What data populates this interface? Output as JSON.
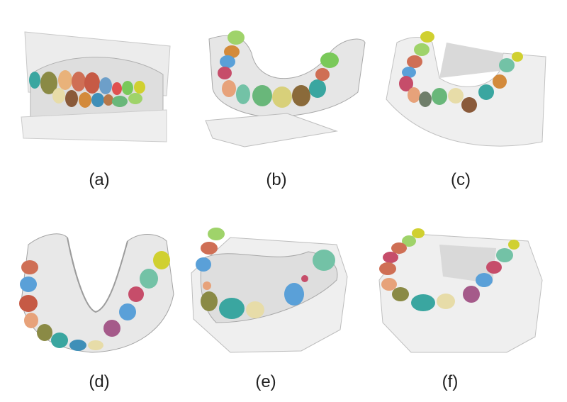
{
  "figure": {
    "panels": [
      {
        "label": "(a)"
      },
      {
        "label": "(b)"
      },
      {
        "label": "(c)"
      },
      {
        "label": "(d)"
      },
      {
        "label": "(e)"
      },
      {
        "label": "(f)"
      }
    ]
  },
  "colors": {
    "gum": "#e9e9e9",
    "gum_shadow": "#bdbdbd",
    "base": "#f2f2f2",
    "base_shadow": "#cfcfcf",
    "teeth": [
      "#3aa6a0",
      "#8a8a45",
      "#e9b27a",
      "#c9a06d",
      "#cf6f55",
      "#6d9fc9",
      "#e05050",
      "#7ac95a",
      "#d0d030",
      "#9fd36a",
      "#5aa0d8",
      "#c64d6a",
      "#8a5a3a",
      "#e7dca8",
      "#69b77a",
      "#b7784a",
      "#3f8fb8",
      "#d38a3b",
      "#73c2a6",
      "#a56bb0"
    ]
  }
}
